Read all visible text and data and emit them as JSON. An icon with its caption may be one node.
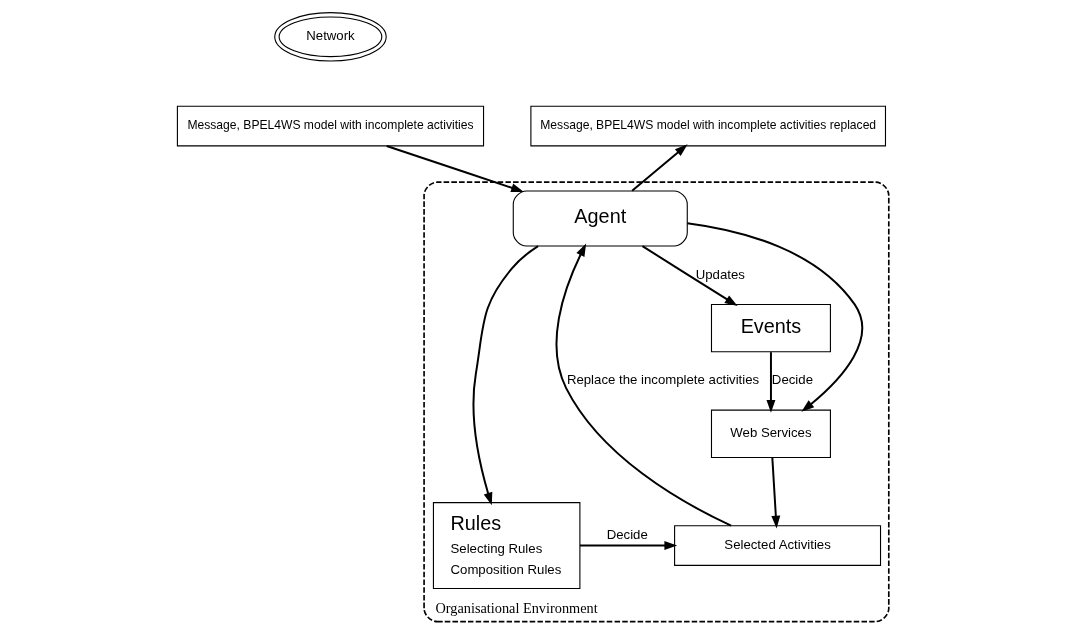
{
  "diagram": {
    "nodes": [
      {
        "text": [
          "Network"
        ]
      },
      {
        "text": [
          "Message, BPEL4WS model with incomplete activities"
        ]
      },
      {
        "text": [
          "Message, BPEL4WS model with incomplete activities replaced"
        ]
      },
      {
        "text": [
          "Organisational Environment"
        ]
      },
      {
        "text": [
          "Agent"
        ],
        "in": 3
      },
      {
        "text": [
          "Events"
        ],
        "in": 3
      },
      {
        "text": [
          "Web Services"
        ],
        "in": 3
      },
      {
        "text": [
          "Selected Activities"
        ],
        "in": 3
      },
      {
        "text": [
          "Rules",
          "Selecting Rules",
          "Composition Rules"
        ],
        "in": 3
      }
    ],
    "edges": [
      {
        "from": 1,
        "to": 4,
        "arrow": "to"
      },
      {
        "from": 4,
        "to": 2,
        "arrow": "to"
      },
      {
        "from": 4,
        "to": 5,
        "arrow": "to",
        "label": "Updates"
      },
      {
        "from": 4,
        "to": 6,
        "arrow": "to"
      },
      {
        "from": 4,
        "to": 8,
        "arrow": "to"
      },
      {
        "from": 5,
        "to": 6,
        "arrow": "to",
        "label": "Decide"
      },
      {
        "from": 6,
        "to": 7,
        "arrow": "to"
      },
      {
        "from": 7,
        "to": 4,
        "arrow": "to",
        "label": "Replace the incomplete activities"
      },
      {
        "from": 8,
        "to": 7,
        "arrow": "to",
        "label": "Decide"
      }
    ]
  }
}
